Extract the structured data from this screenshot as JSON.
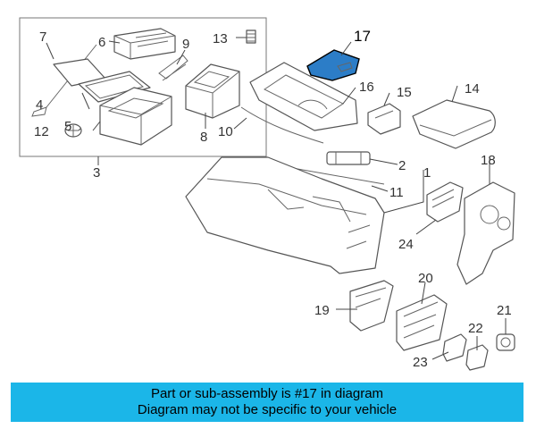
{
  "diagram": {
    "highlight_color": "#2c7dc7",
    "callouts": [
      {
        "id": "c1",
        "text": "1"
      },
      {
        "id": "c2",
        "text": "2"
      },
      {
        "id": "c3",
        "text": "3"
      },
      {
        "id": "c4",
        "text": "4"
      },
      {
        "id": "c5",
        "text": "5"
      },
      {
        "id": "c6",
        "text": "6"
      },
      {
        "id": "c7",
        "text": "7"
      },
      {
        "id": "c8",
        "text": "8"
      },
      {
        "id": "c9",
        "text": "9"
      },
      {
        "id": "c10",
        "text": "10"
      },
      {
        "id": "c11",
        "text": "11"
      },
      {
        "id": "c12",
        "text": "12"
      },
      {
        "id": "c13",
        "text": "13"
      },
      {
        "id": "c14",
        "text": "14"
      },
      {
        "id": "c15",
        "text": "15"
      },
      {
        "id": "c16",
        "text": "16"
      },
      {
        "id": "c17",
        "text": "17"
      },
      {
        "id": "c18",
        "text": "18"
      },
      {
        "id": "c19",
        "text": "19"
      },
      {
        "id": "c20",
        "text": "20"
      },
      {
        "id": "c21",
        "text": "21"
      },
      {
        "id": "c22",
        "text": "22"
      },
      {
        "id": "c23",
        "text": "23"
      },
      {
        "id": "c24",
        "text": "24"
      }
    ]
  },
  "banner": {
    "line1": "Part or sub-assembly is #17 in diagram",
    "line2": "Diagram may not be specific to your vehicle",
    "color": "#1bb6e8"
  }
}
